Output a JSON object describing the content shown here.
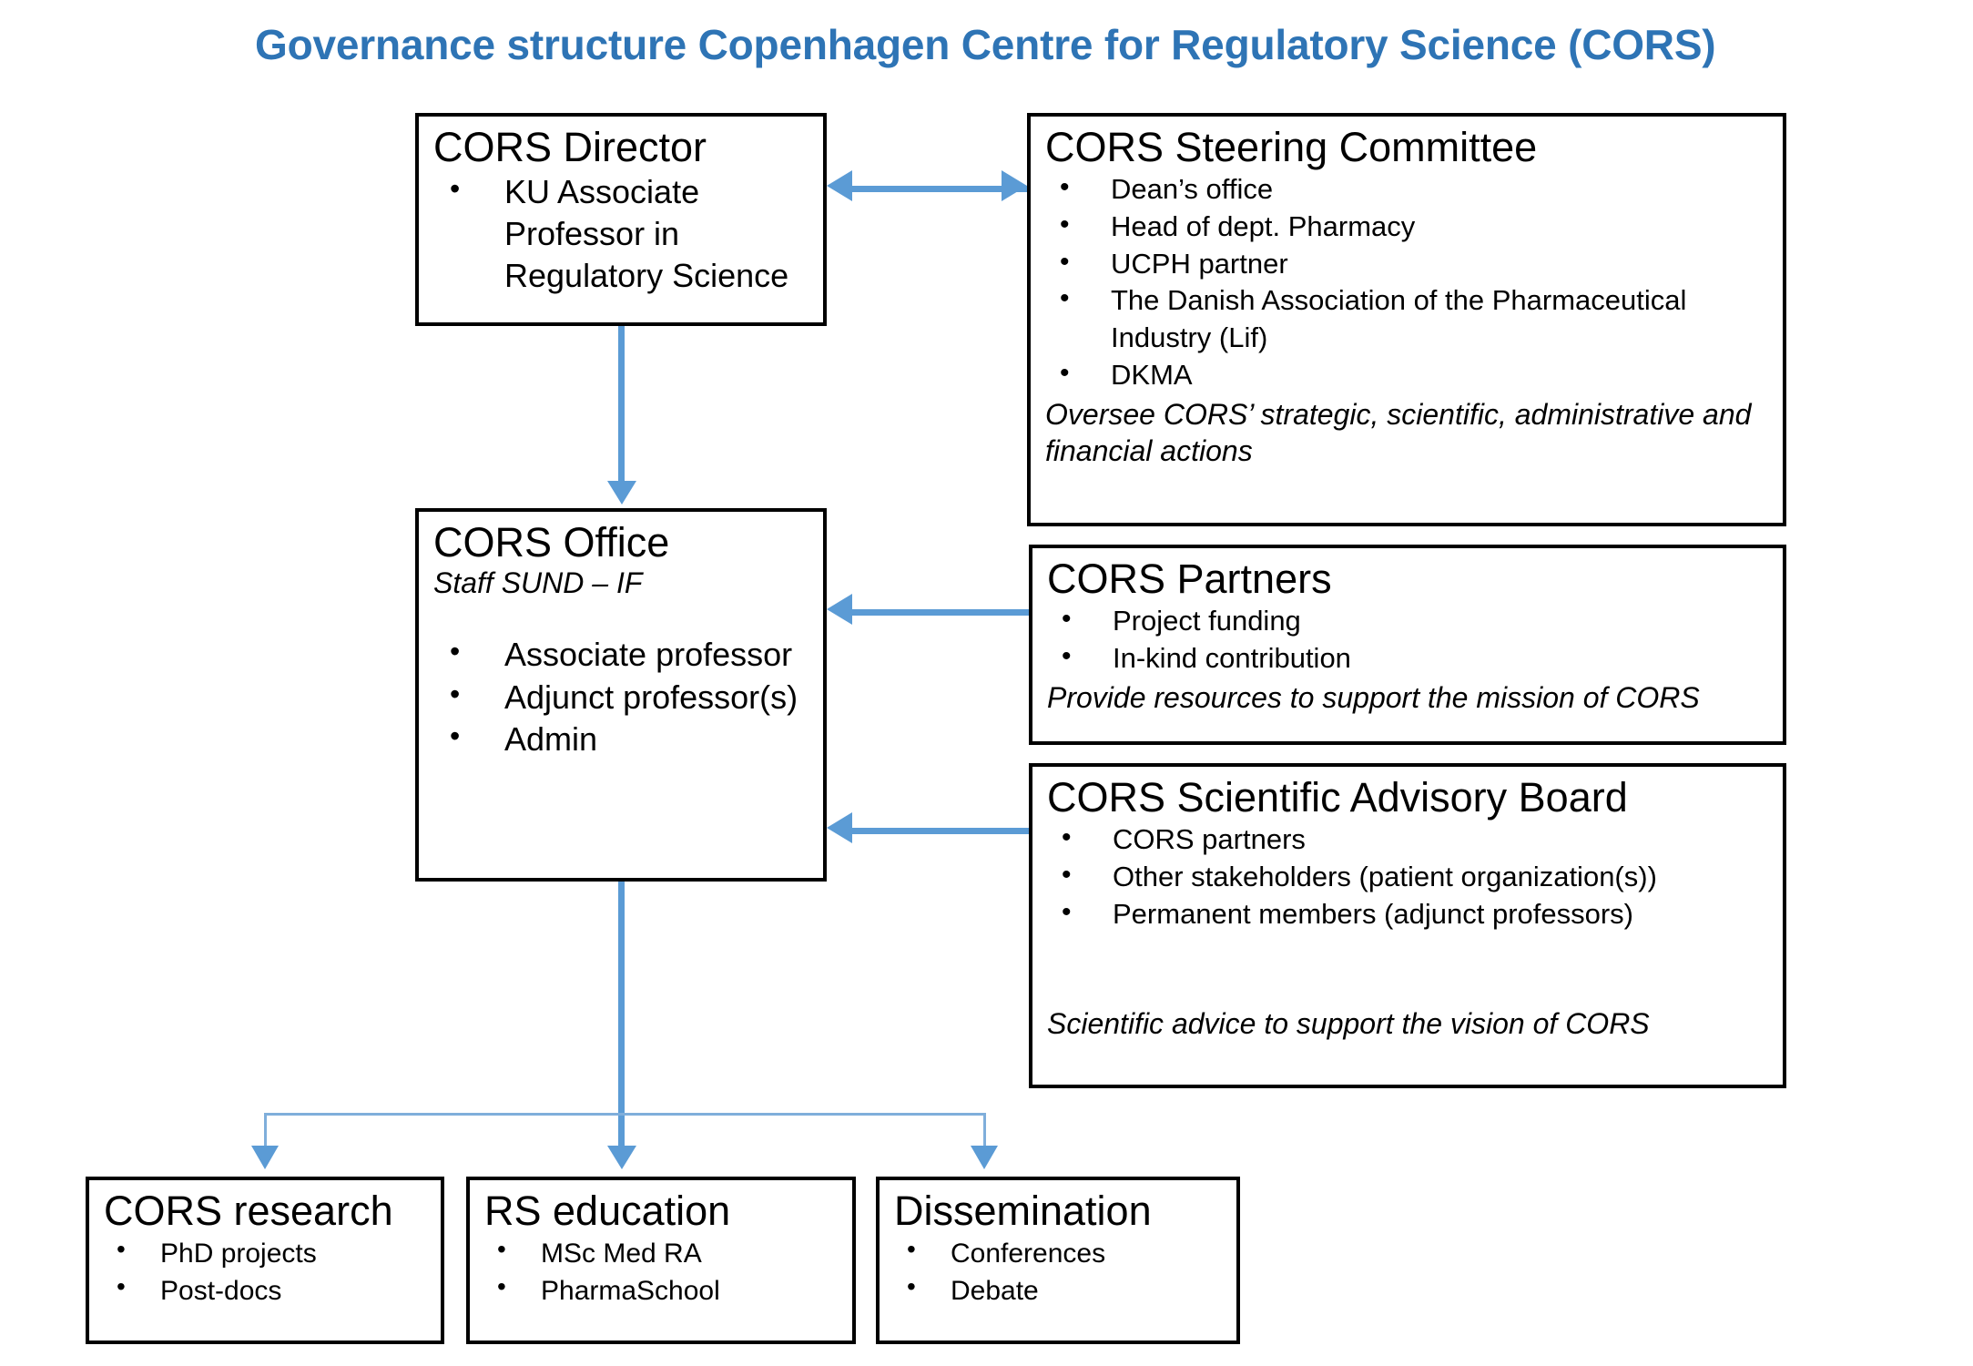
{
  "diagram": {
    "title": "Governance structure Copenhagen Centre for Regulatory Science (CORS)",
    "title_color": "#2E74B5",
    "arrow_color": "#5B9BD5",
    "box_border_color": "#000000"
  },
  "director": {
    "title": "CORS Director",
    "bullets": [
      "KU Associate Professor in Regulatory Science"
    ]
  },
  "steering": {
    "title": "CORS Steering Committee",
    "bullets": [
      "Dean’s office",
      "Head of dept. Pharmacy",
      "UCPH partner",
      "The Danish Association of the Pharmaceutical Industry (Lif)",
      "DKMA"
    ],
    "note": "Oversee CORS’ strategic, scientific, administrative and financial actions"
  },
  "office": {
    "title": "CORS Office",
    "subtitle": "Staff SUND – IF",
    "bullets": [
      "Associate professor",
      "Adjunct professor(s)",
      "Admin"
    ]
  },
  "partners": {
    "title": "CORS Partners",
    "bullets": [
      "Project funding",
      "In-kind contribution"
    ],
    "note": "Provide resources to support the mission of CORS"
  },
  "advisory": {
    "title": "CORS Scientific Advisory Board",
    "bullets": [
      "CORS partners",
      "Other stakeholders (patient organization(s))",
      "Permanent members (adjunct professors)"
    ],
    "note": "Scientific advice to support the vision of CORS"
  },
  "research": {
    "title": "CORS research",
    "bullets": [
      "PhD projects",
      "Post-docs"
    ]
  },
  "education": {
    "title": "RS education",
    "bullets": [
      "MSc Med RA",
      "PharmaSchool"
    ]
  },
  "dissemination": {
    "title": "Dissemination",
    "bullets": [
      "Conferences",
      "Debate"
    ]
  }
}
